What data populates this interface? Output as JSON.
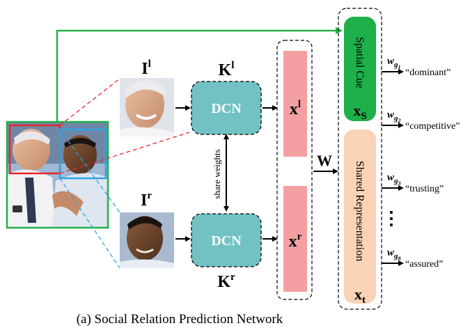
{
  "caption": "(a) Social Relation Prediction Network",
  "inputs": {
    "left": {
      "base": "I",
      "sup": "l"
    },
    "right": {
      "base": "I",
      "sup": "r"
    }
  },
  "dcn": {
    "top": {
      "label": "DCN",
      "kernel_base": "K",
      "kernel_sup": "l"
    },
    "bottom": {
      "label": "DCN",
      "kernel_base": "K",
      "kernel_sup": "r"
    },
    "share_label": "share weights"
  },
  "features": {
    "left": {
      "base": "x",
      "sup": "l"
    },
    "right": {
      "base": "x",
      "sup": "r"
    }
  },
  "weights": {
    "label": "W"
  },
  "spatial_cue": {
    "label": "Spatial Cue",
    "symbol_base": "x",
    "symbol_sub": "S"
  },
  "shared_rep": {
    "label": "Shared Representation",
    "symbol_base": "x",
    "symbol_sub": "t"
  },
  "outputs": [
    {
      "w": "w",
      "g": "g",
      "idx": "1",
      "relation": "“dominant”"
    },
    {
      "w": "w",
      "g": "g",
      "idx": "2",
      "relation": "“competitive”"
    },
    {
      "w": "w",
      "g": "g",
      "idx": "3",
      "relation": "“trusting”"
    },
    {
      "w": "w",
      "g": "g",
      "idx": "8",
      "relation": "“assured”"
    }
  ],
  "ellipsis": "⋮",
  "colors": {
    "dcn_fill": "#72c2c4",
    "feature_fill": "#f4a0a2",
    "spatial_fill": "#1db04b",
    "shared_fill": "#f9d3b6",
    "green_line": "#22b04a",
    "red_box": "#e8262a",
    "blue_box": "#2aa5e0"
  }
}
